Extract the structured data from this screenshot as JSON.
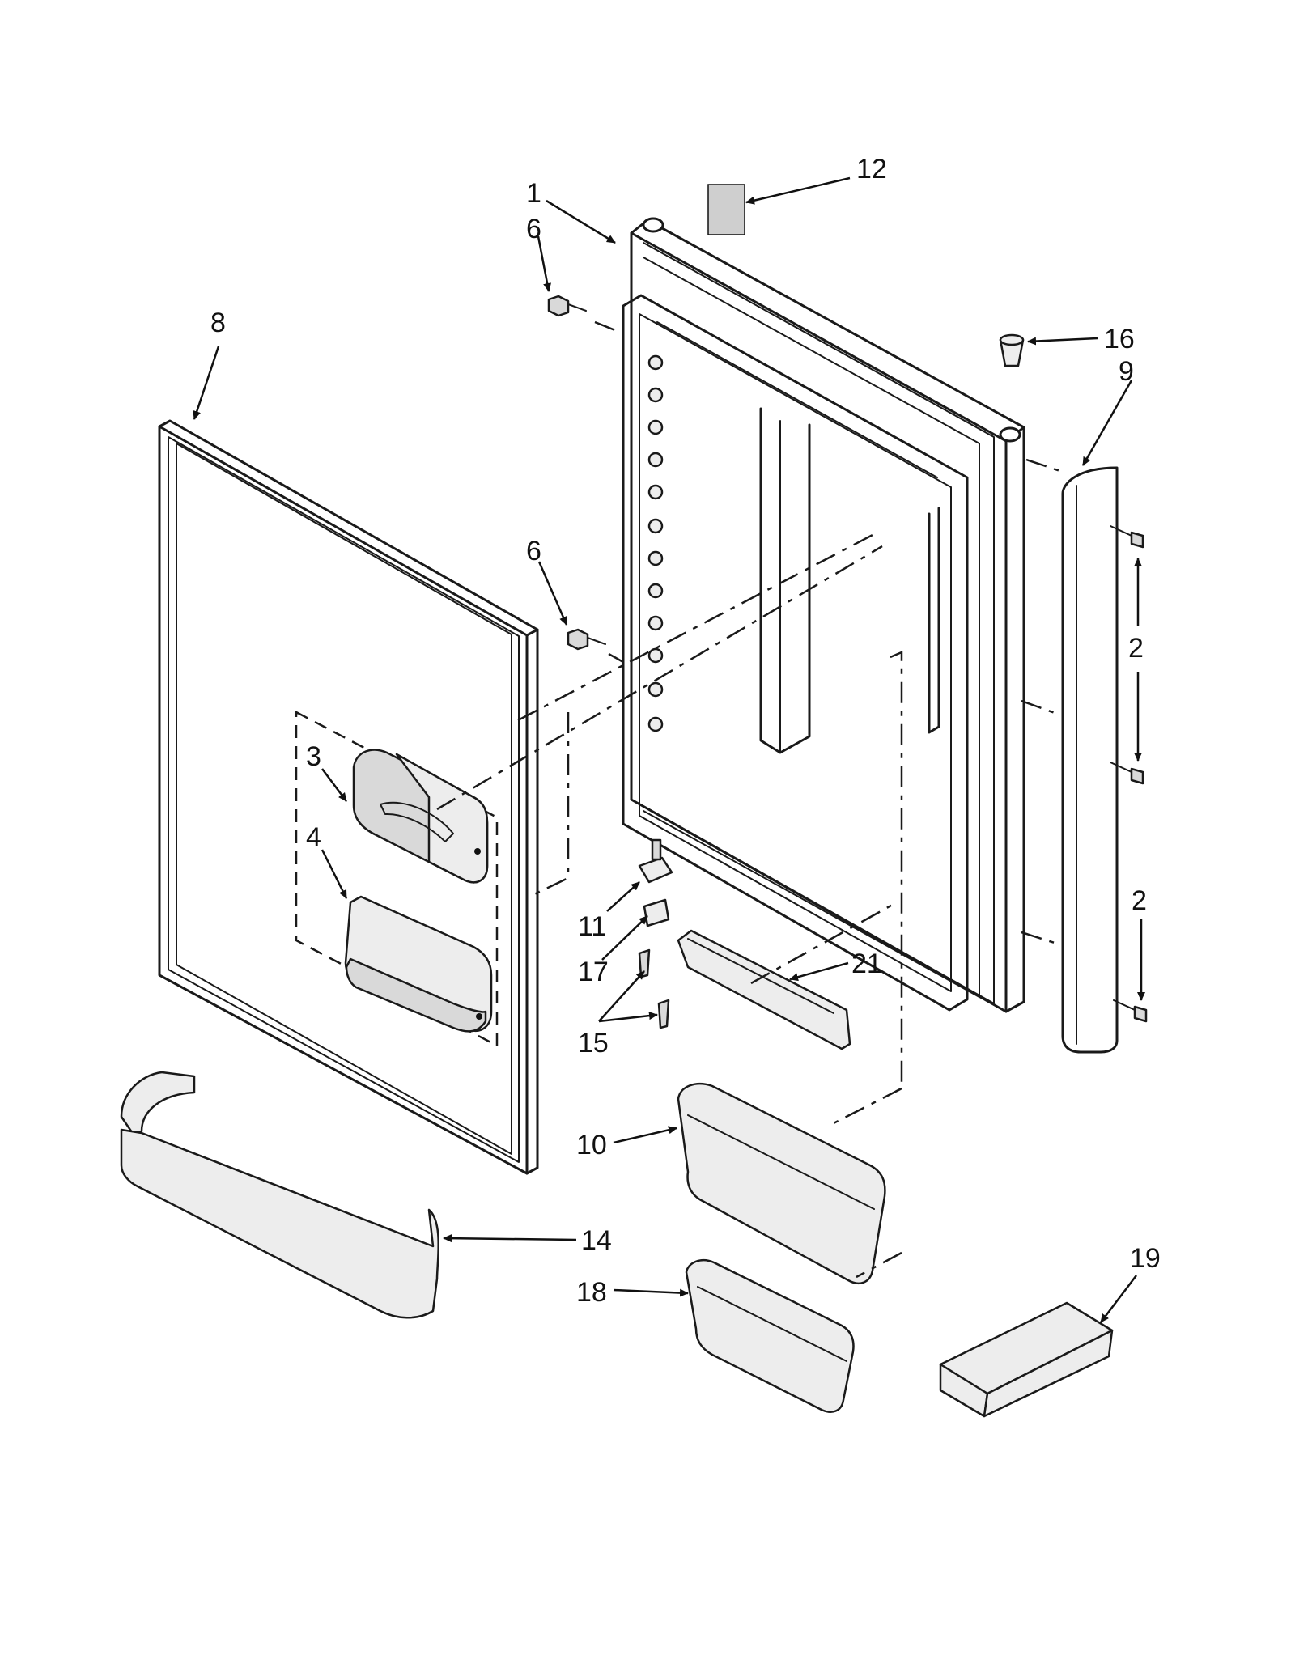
{
  "callouts": [
    {
      "id": "c1",
      "text": "1"
    },
    {
      "id": "c6a",
      "text": "6"
    },
    {
      "id": "c12",
      "text": "12"
    },
    {
      "id": "c8",
      "text": "8"
    },
    {
      "id": "c16",
      "text": "16"
    },
    {
      "id": "c9",
      "text": "9"
    },
    {
      "id": "c6b",
      "text": "6"
    },
    {
      "id": "c2a",
      "text": "2"
    },
    {
      "id": "c3",
      "text": "3"
    },
    {
      "id": "c4",
      "text": "4"
    },
    {
      "id": "c2b",
      "text": "2"
    },
    {
      "id": "c11",
      "text": "11"
    },
    {
      "id": "c21",
      "text": "21"
    },
    {
      "id": "c17",
      "text": "17"
    },
    {
      "id": "c15",
      "text": "15"
    },
    {
      "id": "c10",
      "text": "10"
    },
    {
      "id": "c14",
      "text": "14"
    },
    {
      "id": "c19",
      "text": "19"
    },
    {
      "id": "c18",
      "text": "18"
    }
  ]
}
